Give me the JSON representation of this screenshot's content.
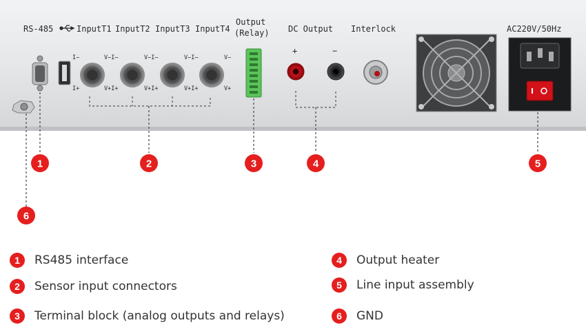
{
  "panel": {
    "rs485": "RS-485",
    "inputs": [
      "InputT1",
      "InputT2",
      "InputT3",
      "InputT4"
    ],
    "output_relay_line1": "Output",
    "output_relay_line2": "(Relay)",
    "dc_output": "DC Output",
    "interlock": "Interlock",
    "power_rating": "AC220V/50Hz",
    "plus": "+",
    "minus": "−",
    "connector_top_first": "I−",
    "connector_bottom_first": "I+",
    "connector_top": "V−I−",
    "connector_bottom": "V+I+",
    "connector_top_last": "V−",
    "connector_bottom_last": "V+"
  },
  "callouts": [
    {
      "number": "1",
      "label": "RS485 interface"
    },
    {
      "number": "2",
      "label": "Sensor input connectors"
    },
    {
      "number": "3",
      "label": "Terminal block (analog outputs and relays)"
    },
    {
      "number": "4",
      "label": "Output heater"
    },
    {
      "number": "5",
      "label": "Line input assembly"
    },
    {
      "number": "6",
      "label": "GND"
    }
  ],
  "colors": {
    "badge": "#e51e1e",
    "panel": "#e8e9eb",
    "terminal": "#5bc35a"
  }
}
